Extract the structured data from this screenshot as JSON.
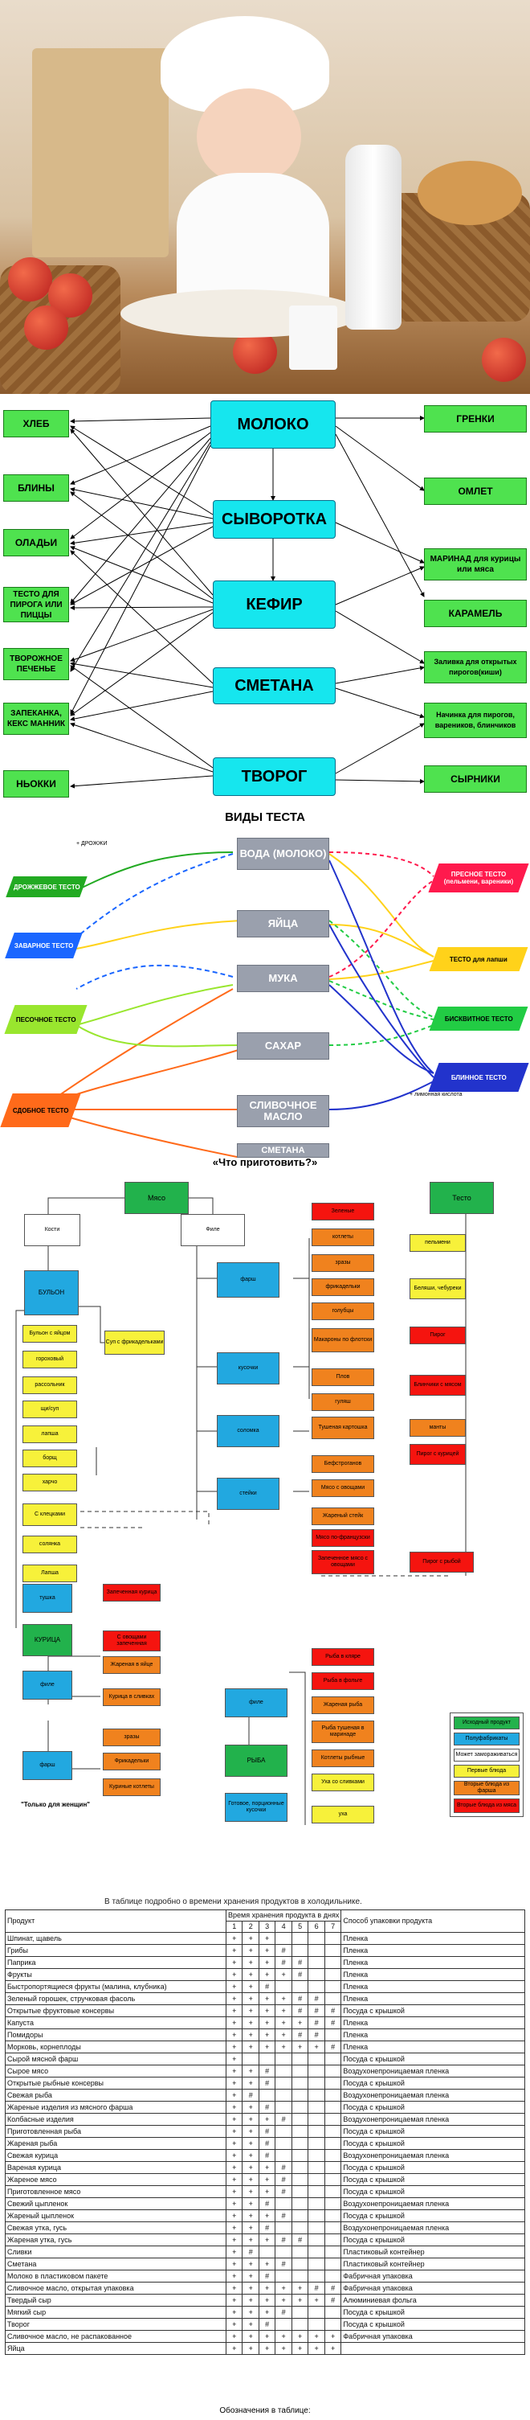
{
  "dairy": {
    "left": [
      "ХЛЕБ",
      "БЛИНЫ",
      "ОЛАДЬИ",
      "ТЕСТО ДЛЯ ПИРОГА ИЛИ ПИЦЦЫ",
      "ТВОРОЖНОЕ ПЕЧЕНЬЕ",
      "ЗАПЕКАНКА, КЕКС МАННИК",
      "НЬОККИ"
    ],
    "center": [
      "МОЛОКО",
      "СЫВОРОТКА",
      "КЕФИР",
      "СМЕТАНА",
      "ТВОРОГ"
    ],
    "right": [
      "ГРЕНКИ",
      "ОМЛЕТ",
      "МАРИНАД для курицы или мяса",
      "КАРАМЕЛЬ",
      "Заливка для открытых пирогов(киши)",
      "Начинка для пирогов, вареников, блинчиков",
      "СЫРНИКИ"
    ]
  },
  "dough": {
    "title": "ВИДЫ ТЕСТА",
    "ingredients": [
      "ВОДА (МОЛОКО)",
      "ЯЙЦА",
      "МУКА",
      "САХАР",
      "СЛИВОЧНОЕ МАСЛО",
      "СМЕТАНА"
    ],
    "left": [
      {
        "label": "ДРОЖЖЕВОЕ ТЕСТО",
        "color": "#22aa22"
      },
      {
        "label": "ЗАВАРНОЕ ТЕСТО",
        "color": "#1a66ff"
      },
      {
        "label": "ПЕСОЧНОЕ ТЕСТО",
        "color": "#99e62e"
      },
      {
        "label": "СДОБНОЕ ТЕСТО",
        "color": "#ff6a1a"
      }
    ],
    "right": [
      {
        "label": "ПРЕСНОЕ ТЕСТО (пельмени, вареники)",
        "color": "#ff1a4d"
      },
      {
        "label": "ТЕСТО для лапши",
        "color": "#ffd21a"
      },
      {
        "label": "БИСКВИТНОЕ ТЕСТО",
        "color": "#22cc44"
      },
      {
        "label": "БЛИННОЕ ТЕСТО",
        "color": "#2233cc"
      }
    ],
    "notes": [
      "+ ДРОЖЖИ",
      "+ лимонная кислота"
    ]
  },
  "cook": {
    "title": "«Что приготовить?»",
    "meat": "Мясо",
    "dough": "Тесто",
    "bones": "Кости",
    "fillet": "Филе",
    "broth": "БУЛЬОН",
    "broth_items": [
      "Бульон с яйцом",
      "гороховый",
      "рассольник",
      "щи/суп",
      "лапша",
      "борщ",
      "харчо",
      "С клецками",
      "солянка",
      "Лапша"
    ],
    "soup_dumplings": "Суп с фрикадельками",
    "fillet_items": [
      "фарш",
      "кусочки",
      "соломка",
      "стейки"
    ],
    "mince_items": [
      "Зеленые",
      "котлеты",
      "зразы",
      "фрикадельки",
      "голубцы",
      "Макароны по флотски"
    ],
    "pieces_items": [
      "Плов",
      "гуляш",
      "Тушеная картошка"
    ],
    "strip_items": [
      "Бефстроганов",
      "Мясо с овощами"
    ],
    "steak_items": [
      "Жареный стейк",
      "Мясо по-французски",
      "Запеченное мясо с овощами"
    ],
    "dough_items": [
      "пельмени",
      "Беляши, чебуреки",
      "Пирог",
      "Блинчики с мясом",
      "манты",
      "Пирог с курицей",
      "Пирог с рыбой"
    ],
    "chicken": "КУРИЦА",
    "chicken_items": [
      "тушка",
      "филе",
      "фарш"
    ],
    "chicken_dishes": [
      "Запеченная курица",
      "С овощами запеченная",
      "Жареная в яйце",
      "Курица в сливках",
      "зразы",
      "Фрикадельки",
      "Куриные котлеты"
    ],
    "fish": "РЫБА",
    "fish_items": [
      "филе",
      "Готовое, порционные кусочки"
    ],
    "fish_dishes": [
      "Рыба в кляре",
      "Рыба в фольге",
      "Жареная рыба",
      "Рыба тушеная в маринаде",
      "Котлеты рыбные",
      "Уха со сливками",
      "уха"
    ],
    "women": "\"Только для женщин\"",
    "legend": [
      "Исходный продукт",
      "Полуфабрикаты",
      "Может замораживаться",
      "Первые блюда",
      "Вторые блюда из фарша",
      "Вторые блюда из мяса"
    ]
  },
  "storage": {
    "caption": "В таблице подробно о времени хранения продуктов в холодильнике.",
    "header_product": "Продукт",
    "header_time": "Время хранения продукта в днях",
    "header_pack": "Способ упаковки продукта",
    "days": [
      "1",
      "2",
      "3",
      "4",
      "5",
      "6",
      "7"
    ],
    "rows": [
      {
        "p": "Шпинат, щавель",
        "m": [
          "+",
          "+",
          "+",
          "",
          "",
          "",
          ""
        ],
        "k": "Пленка"
      },
      {
        "p": "Грибы",
        "m": [
          "+",
          "+",
          "+",
          "#",
          "",
          "",
          ""
        ],
        "k": "Пленка"
      },
      {
        "p": "Паприка",
        "m": [
          "+",
          "+",
          "+",
          "#",
          "#",
          "",
          ""
        ],
        "k": "Пленка"
      },
      {
        "p": "Фрукты",
        "m": [
          "+",
          "+",
          "+",
          "+",
          "#",
          "",
          ""
        ],
        "k": "Пленка"
      },
      {
        "p": "Быстропортящиеся фрукты (малина, клубника)",
        "m": [
          "+",
          "+",
          "#",
          "",
          "",
          "",
          ""
        ],
        "k": "Пленка"
      },
      {
        "p": "Зеленый горошек, стручковая фасоль",
        "m": [
          "+",
          "+",
          "+",
          "+",
          "#",
          "#",
          ""
        ],
        "k": "Пленка"
      },
      {
        "p": "Открытые фруктовые консервы",
        "m": [
          "+",
          "+",
          "+",
          "+",
          "#",
          "#",
          "#"
        ],
        "k": "Посуда с крышкой"
      },
      {
        "p": "Капуста",
        "m": [
          "+",
          "+",
          "+",
          "+",
          "+",
          "#",
          "#"
        ],
        "k": "Пленка"
      },
      {
        "p": "Помидоры",
        "m": [
          "+",
          "+",
          "+",
          "+",
          "#",
          "#",
          ""
        ],
        "k": "Пленка"
      },
      {
        "p": "Морковь, корнеплоды",
        "m": [
          "+",
          "+",
          "+",
          "+",
          "+",
          "+",
          "#"
        ],
        "k": "Пленка"
      },
      {
        "p": "Сырой мясной фарш",
        "m": [
          "+",
          "",
          "",
          "",
          "",
          "",
          ""
        ],
        "k": "Посуда с крышкой"
      },
      {
        "p": "Сырое мясо",
        "m": [
          "+",
          "+",
          "#",
          "",
          "",
          "",
          ""
        ],
        "k": "Воздухонепроницаемая пленка"
      },
      {
        "p": "Открытые рыбные консервы",
        "m": [
          "+",
          "+",
          "#",
          "",
          "",
          "",
          ""
        ],
        "k": "Посуда с крышкой"
      },
      {
        "p": "Свежая рыба",
        "m": [
          "+",
          "#",
          "",
          "",
          "",
          "",
          ""
        ],
        "k": "Воздухонепроницаемая пленка"
      },
      {
        "p": "Жареные изделия из мясного фарша",
        "m": [
          "+",
          "+",
          "#",
          "",
          "",
          "",
          ""
        ],
        "k": "Посуда с крышкой"
      },
      {
        "p": "Колбасные изделия",
        "m": [
          "+",
          "+",
          "+",
          "#",
          "",
          "",
          ""
        ],
        "k": "Воздухонепроницаемая пленка"
      },
      {
        "p": "Приготовленная рыба",
        "m": [
          "+",
          "+",
          "#",
          "",
          "",
          "",
          ""
        ],
        "k": "Посуда с крышкой"
      },
      {
        "p": "Жареная рыба",
        "m": [
          "+",
          "+",
          "#",
          "",
          "",
          "",
          ""
        ],
        "k": "Посуда с крышкой"
      },
      {
        "p": "Свежая курица",
        "m": [
          "+",
          "+",
          "#",
          "",
          "",
          "",
          ""
        ],
        "k": "Воздухонепроницаемая пленка"
      },
      {
        "p": "Вареная курица",
        "m": [
          "+",
          "+",
          "+",
          "#",
          "",
          "",
          ""
        ],
        "k": "Посуда с крышкой"
      },
      {
        "p": "Жареное мясо",
        "m": [
          "+",
          "+",
          "+",
          "#",
          "",
          "",
          ""
        ],
        "k": "Посуда с крышкой"
      },
      {
        "p": "Приготовленное мясо",
        "m": [
          "+",
          "+",
          "+",
          "#",
          "",
          "",
          ""
        ],
        "k": "Посуда с крышкой"
      },
      {
        "p": "Свежий цыпленок",
        "m": [
          "+",
          "+",
          "#",
          "",
          "",
          "",
          ""
        ],
        "k": "Воздухонепроницаемая пленка"
      },
      {
        "p": "Жареный цыпленок",
        "m": [
          "+",
          "+",
          "+",
          "#",
          "",
          "",
          ""
        ],
        "k": "Посуда с крышкой"
      },
      {
        "p": "Свежая утка, гусь",
        "m": [
          "+",
          "+",
          "#",
          "",
          "",
          "",
          ""
        ],
        "k": "Воздухонепроницаемая пленка"
      },
      {
        "p": "Жареная утка, гусь",
        "m": [
          "+",
          "+",
          "+",
          "#",
          "#",
          "",
          ""
        ],
        "k": "Посуда с крышкой"
      },
      {
        "p": "Сливки",
        "m": [
          "+",
          "#",
          "",
          "",
          "",
          "",
          ""
        ],
        "k": "Пластиковый контейнер"
      },
      {
        "p": "Сметана",
        "m": [
          "+",
          "+",
          "+",
          "#",
          "",
          "",
          ""
        ],
        "k": "Пластиковый контейнер"
      },
      {
        "p": "Молоко в пластиковом пакете",
        "m": [
          "+",
          "+",
          "#",
          "",
          "",
          "",
          ""
        ],
        "k": "Фабричная упаковка"
      },
      {
        "p": "Сливочное масло, открытая упаковка",
        "m": [
          "+",
          "+",
          "+",
          "+",
          "+",
          "#",
          "#"
        ],
        "k": "Фабричная упаковка"
      },
      {
        "p": "Твердый сыр",
        "m": [
          "+",
          "+",
          "+",
          "+",
          "+",
          "+",
          "#"
        ],
        "k": "Алюминиевая фольга"
      },
      {
        "p": "Мягкий сыр",
        "m": [
          "+",
          "+",
          "+",
          "#",
          "",
          "",
          ""
        ],
        "k": "Посуда с крышкой"
      },
      {
        "p": "Творог",
        "m": [
          "+",
          "+",
          "#",
          "",
          "",
          "",
          ""
        ],
        "k": "Посуда с крышкой"
      },
      {
        "p": "Сливочное масло, не распакованное",
        "m": [
          "+",
          "+",
          "+",
          "+",
          "+",
          "+",
          "+"
        ],
        "k": "Фабричная упаковка"
      },
      {
        "p": "Яйца",
        "m": [
          "+",
          "+",
          "+",
          "+",
          "+",
          "+",
          "+"
        ],
        "k": ""
      }
    ],
    "footer": "Обозначения в таблице:"
  }
}
